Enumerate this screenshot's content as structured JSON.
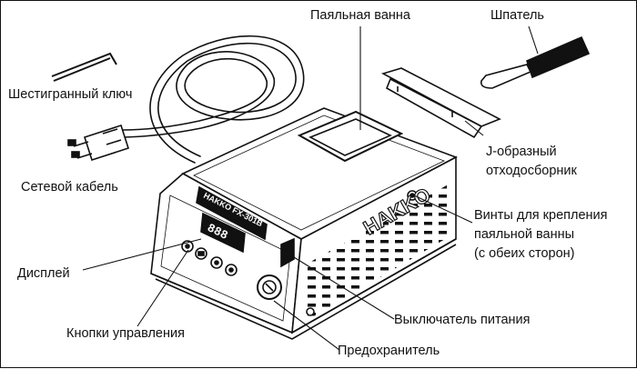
{
  "labels": {
    "bath": "Паяльная ванна",
    "spatula": "Шпатель",
    "hex_key": "Шестигранный ключ",
    "j_collector_line1": "J-образный",
    "j_collector_line2": "отходосборник",
    "power_cable": "Сетевой кабель",
    "screws_line1": "Винты для крепления",
    "screws_line2": "паяльной ванны",
    "screws_line3": "(с обеих сторон)",
    "display": "Дисплей",
    "control_buttons": "Кнопки управления",
    "power_switch": "Выключатель питания",
    "fuse": "Предохранитель"
  },
  "device": {
    "brand": "HAKKO",
    "model": "HAKKO FX-301B",
    "display_digits": "888"
  }
}
